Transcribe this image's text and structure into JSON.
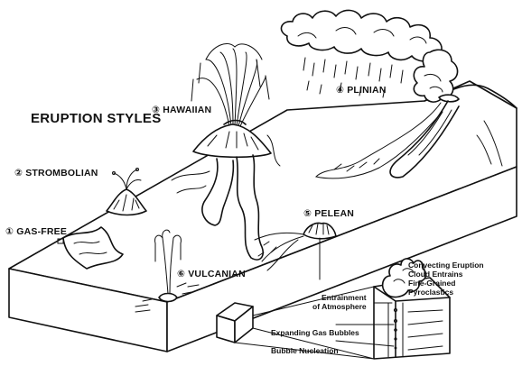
{
  "title": "ERUPTION STYLES",
  "styles": [
    {
      "num": "①",
      "name": "GAS-FREE"
    },
    {
      "num": "②",
      "name": "STROMBOLIAN"
    },
    {
      "num": "③",
      "name": "HAWAIIAN"
    },
    {
      "num": "④",
      "name": "PLINIAN"
    },
    {
      "num": "⑤",
      "name": "PELEAN"
    },
    {
      "num": "⑥",
      "name": "VULCANIAN"
    }
  ],
  "inset": {
    "cloud_line1": "Convecting Eruption",
    "cloud_line2": "Cloud Entrains",
    "cloud_line3": "Fine-Grained",
    "cloud_line4": "Pyroclastics",
    "entrainment_line1": "Entrainment",
    "entrainment_line2": "of Atmosphere",
    "expanding": "Expanding Gas Bubbles",
    "nucleation": "Bubble Nucleation"
  }
}
